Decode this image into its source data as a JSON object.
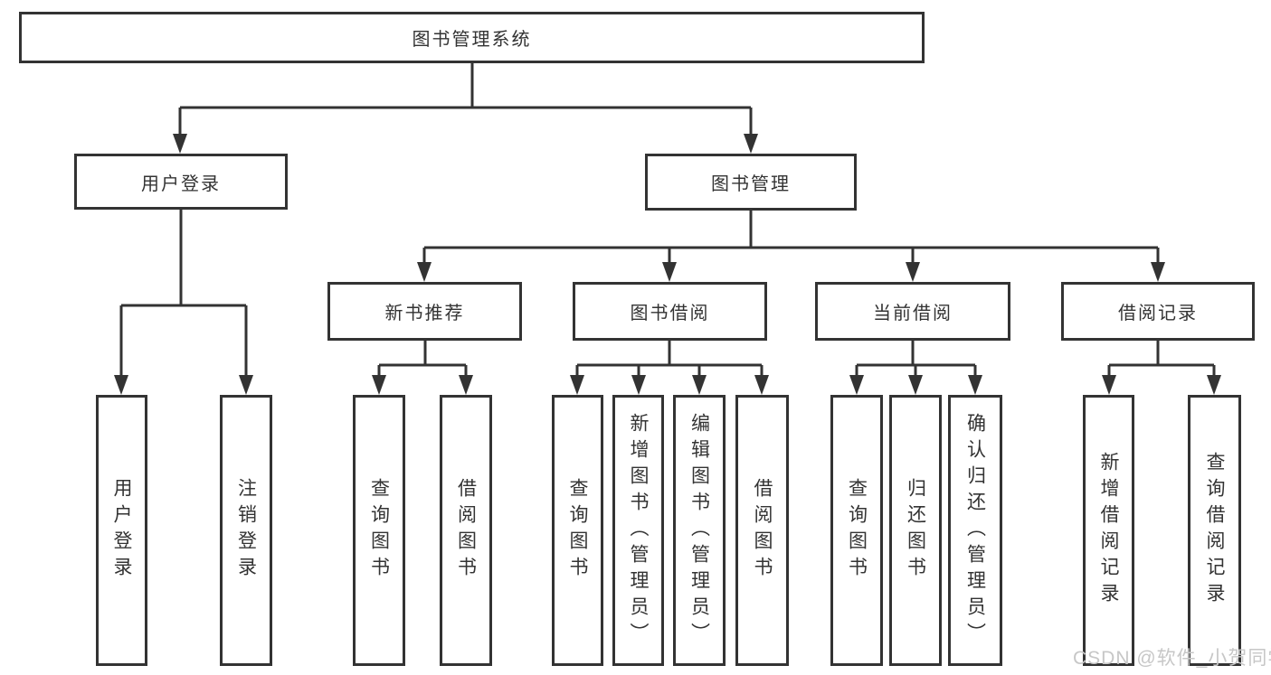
{
  "root_label": "图书管理系统",
  "user_login": {
    "label": "用户登录",
    "children": {
      "login": "用户登录",
      "logout": "注销登录"
    }
  },
  "book_management": {
    "label": "图书管理",
    "new_books": {
      "label": "新书推荐",
      "children": {
        "query": "查询图书",
        "borrow": "借阅图书"
      }
    },
    "borrowing": {
      "label": "图书借阅",
      "children": {
        "query": "查询图书",
        "add": "新增图书（管理员）",
        "edit": "编辑图书（管理员）",
        "borrow": "借阅图书"
      }
    },
    "current": {
      "label": "当前借阅",
      "children": {
        "query": "查询图书",
        "return": "归还图书",
        "confirm": "确认归还（管理员）"
      }
    },
    "records": {
      "label": "借阅记录",
      "children": {
        "add": "新增借阅记录",
        "query": "查询借阅记录"
      }
    }
  },
  "watermark": "CSDN @软件_小贺同学",
  "colors": {
    "line": "#333333",
    "box_border": "#333333",
    "watermark": "#c7c7c7",
    "background": "#ffffff"
  }
}
